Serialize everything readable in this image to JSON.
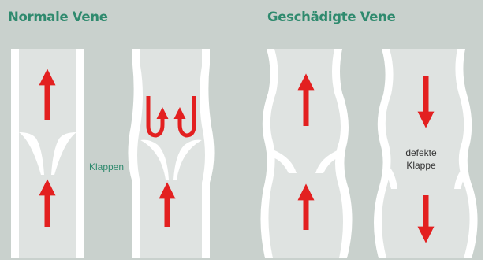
{
  "titles": {
    "normal": "Normale Vene",
    "damaged": "Geschädigte Vene"
  },
  "labels": {
    "valves": "Klappen",
    "defective_line1": "defekte",
    "defective_line2": "Klappe"
  },
  "colors": {
    "background": "#c9d1cd",
    "vein_wall": "#ffffff",
    "vein_lumen": "#dfe3e1",
    "arrow": "#e32020",
    "title_text": "#2f8a6e",
    "label_text": "#2f8a6e",
    "defect_label_text": "#333333"
  }
}
